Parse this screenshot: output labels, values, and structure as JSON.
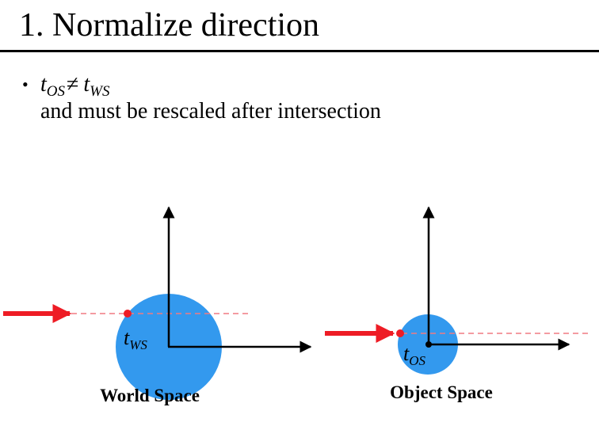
{
  "title": "1. Normalize direction",
  "bullet": {
    "marker": "•",
    "t": "t",
    "os_sub": "OS",
    "neq": "≠",
    "ws_sub": "WS",
    "line2": "and must be rescaled after intersection"
  },
  "world_diagram": {
    "var": "t",
    "var_sub": "WS",
    "caption": "World Space"
  },
  "object_diagram": {
    "var": "t",
    "var_sub": "OS",
    "caption": "Object Space"
  },
  "colors": {
    "sphere": "#3399ee",
    "ray": "#ee1c25",
    "axes": "#000000"
  }
}
